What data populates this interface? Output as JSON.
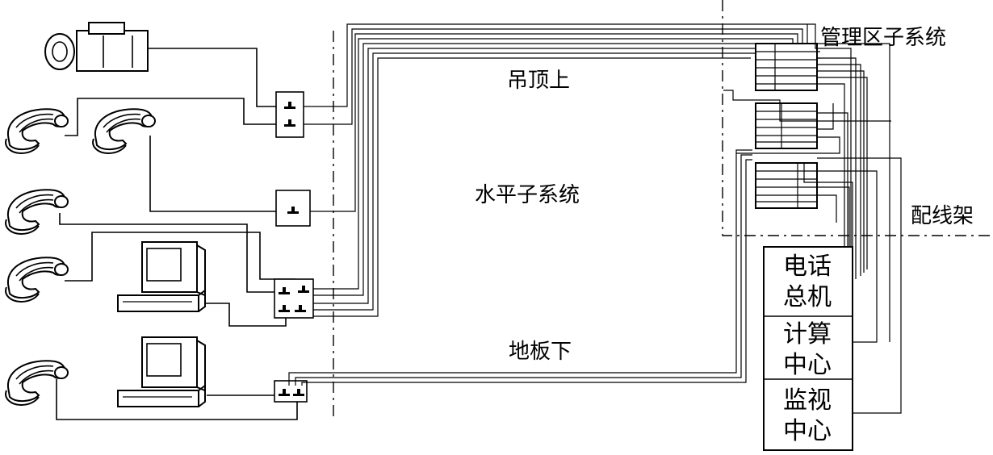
{
  "labels": {
    "management_subsystem": "管理区子系统",
    "ceiling": "吊顶上",
    "horizontal_subsystem": "水平子系统",
    "patch_panel": "配线架",
    "floor": "地板下"
  },
  "equipment": {
    "phone_switch": [
      "电话",
      "总机"
    ],
    "computer_center": [
      "计算",
      "中心"
    ],
    "monitor_center": [
      "监视",
      "中心"
    ]
  },
  "icons": {
    "camera": "camera-icon",
    "telephone": "telephone-icon",
    "computer": "computer-icon",
    "outlet": "outlet-icon"
  }
}
